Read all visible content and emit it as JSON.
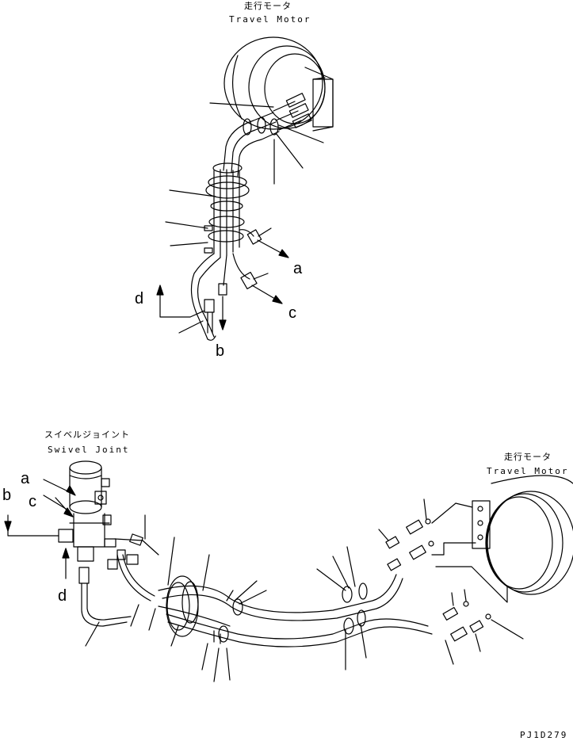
{
  "top_view": {
    "travel_motor_jp": "走行モータ",
    "travel_motor_en": "Travel Motor",
    "ref_a": "a",
    "ref_b": "b",
    "ref_c": "c",
    "ref_d": "d"
  },
  "bottom_view": {
    "swivel_joint_jp": "スイベルジョイント",
    "swivel_joint_en": "Swivel Joint",
    "travel_motor_jp": "走行モータ",
    "travel_motor_en": "Travel Motor",
    "ref_a": "a",
    "ref_b": "b",
    "ref_c": "c",
    "ref_d": "d"
  },
  "drawing_code": "PJ1D279"
}
